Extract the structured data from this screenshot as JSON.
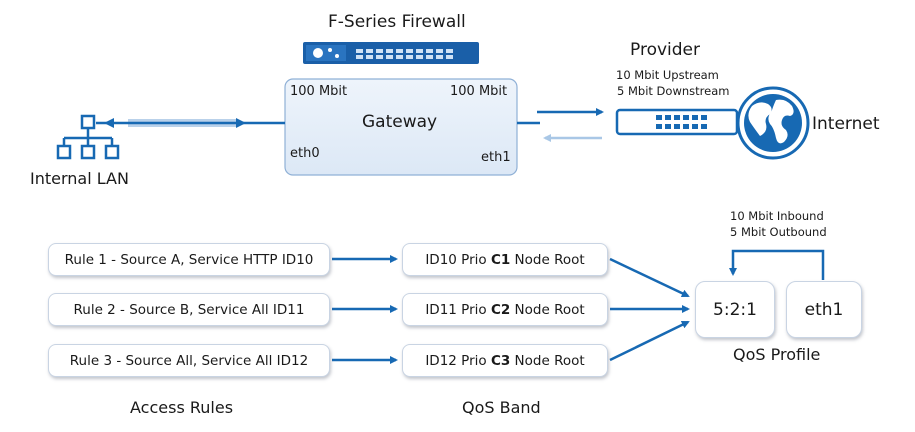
{
  "firewall": {
    "title": "F-Series Firewall"
  },
  "gateway": {
    "label": "Gateway",
    "speed_left": "100 Mbit",
    "speed_right": "100 Mbit",
    "iface_left": "eth0",
    "iface_right": "eth1"
  },
  "lan": {
    "label": "Internal LAN"
  },
  "provider": {
    "title": "Provider",
    "upstream": "10 Mbit Upstream",
    "downstream": "5 Mbit Downstream"
  },
  "internet": {
    "label": "Internet"
  },
  "access_rules": {
    "section_label": "Access Rules",
    "items": [
      {
        "text": "Rule 1 - Source A, Service HTTP ID10"
      },
      {
        "text": "Rule 2 - Source B, Service All ID11"
      },
      {
        "text": "Rule 3 - Source All, Service All ID12"
      }
    ]
  },
  "qos_band": {
    "section_label": "QoS Band",
    "items": [
      {
        "prefix": "ID10 Prio",
        "prio": "C1",
        "suffix": "Node Root"
      },
      {
        "prefix": "ID11 Prio",
        "prio": "C2",
        "suffix": "Node Root"
      },
      {
        "prefix": "ID12 Prio",
        "prio": "C3",
        "suffix": "Node Root"
      }
    ]
  },
  "qos_profile": {
    "label": "QoS Profile",
    "inbound": "10 Mbit Inbound",
    "outbound": "5 Mbit Outbound",
    "ratio": "5:2:1",
    "iface": "eth1"
  },
  "colors": {
    "primary_blue": "#1769b3",
    "light_blue": "#a9c7e6",
    "box_fill": "#e8f0fa",
    "box_border": "#8fb0d6"
  }
}
